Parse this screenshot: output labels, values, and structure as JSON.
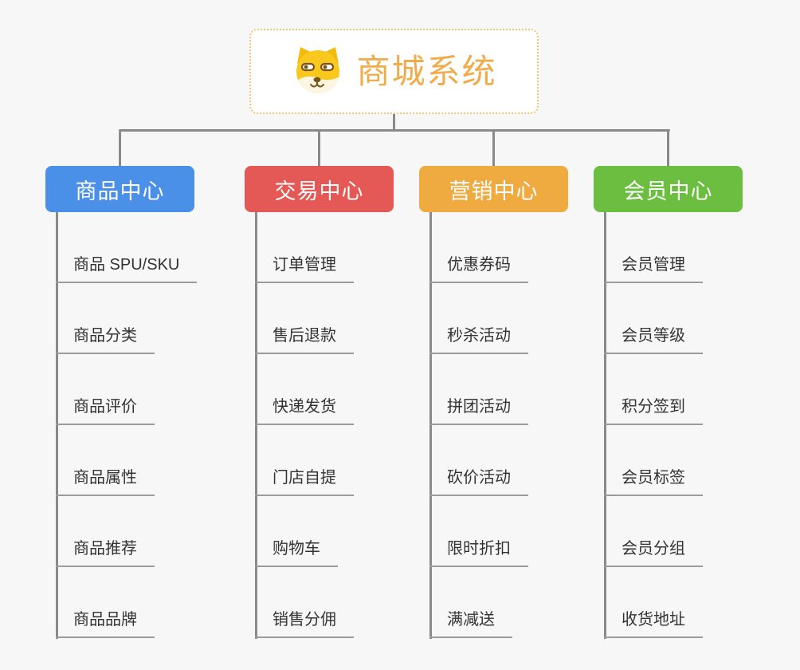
{
  "root": {
    "title": "商城系统",
    "icon": "shiba-dog-icon"
  },
  "colors": {
    "background": "#F7F7F8",
    "root_border": "#F3C476",
    "root_text": "#F0AC4B",
    "connector": "#8A8A8A",
    "leaf_underline": "#9B9B9B",
    "leaf_text": "#333333",
    "product_center": "#4A8FE8",
    "trade_center": "#E45856",
    "marketing_center": "#EFAA40",
    "member_center": "#6CBE40"
  },
  "columns": [
    {
      "label": "商品中心",
      "color": "#4A8FE8",
      "items": [
        "商品 SPU/SKU",
        "商品分类",
        "商品评价",
        "商品属性",
        "商品推荐",
        "商品品牌"
      ]
    },
    {
      "label": "交易中心",
      "color": "#E45856",
      "items": [
        "订单管理",
        "售后退款",
        "快递发货",
        "门店自提",
        "购物车",
        "销售分佣"
      ]
    },
    {
      "label": "营销中心",
      "color": "#EFAA40",
      "items": [
        "优惠券码",
        "秒杀活动",
        "拼团活动",
        "砍价活动",
        "限时折扣",
        "满减送"
      ]
    },
    {
      "label": "会员中心",
      "color": "#6CBE40",
      "items": [
        "会员管理",
        "会员等级",
        "积分签到",
        "会员标签",
        "会员分组",
        "收货地址"
      ]
    }
  ]
}
